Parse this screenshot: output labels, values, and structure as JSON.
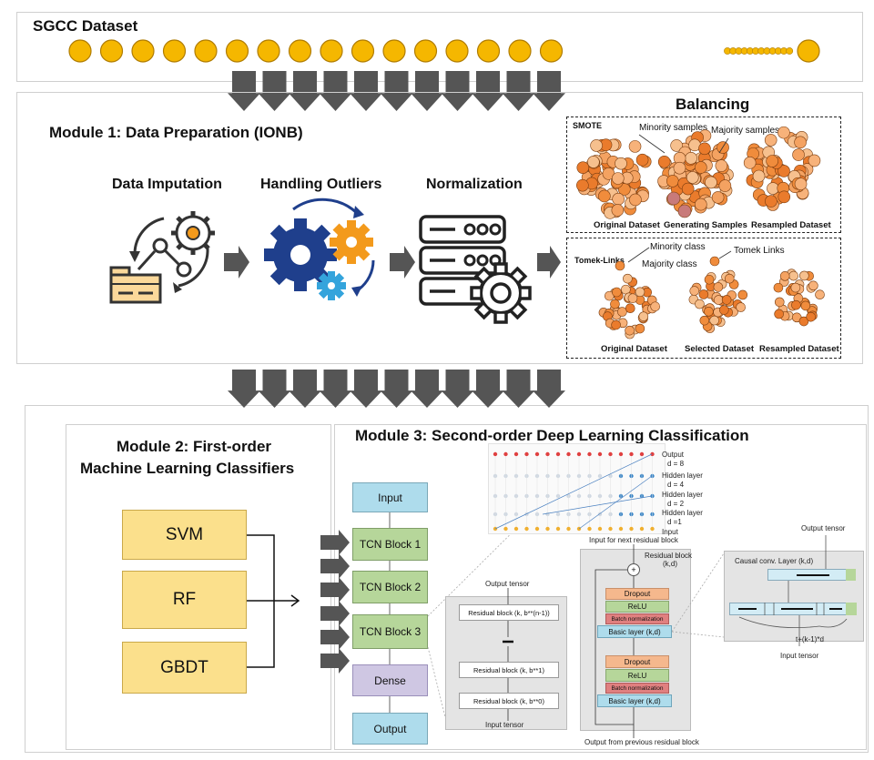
{
  "sgcc": {
    "title": "SGCC Dataset"
  },
  "module1": {
    "title": "Module 1: Data Preparation (IONB)",
    "steps": [
      "Data Imputation",
      "Handling Outliers",
      "Normalization"
    ]
  },
  "balancing": {
    "title": "Balancing",
    "smote": {
      "tag": "SMOTE",
      "minority": "Minority samples",
      "majority": "Majority samples",
      "captions": [
        "Original Dataset",
        "Generating Samples",
        "Resampled Dataset"
      ]
    },
    "tomek": {
      "tag": "Tomek-Links",
      "minority": "Minority class",
      "majority": "Majority class",
      "links": "Tomek Links",
      "captions": [
        "Original Dataset",
        "Selected Dataset",
        "Resampled Dataset"
      ]
    }
  },
  "module2": {
    "title_line1": "Module 2: First-order",
    "title_line2": "Machine Learning Classifiers",
    "classifiers": [
      "SVM",
      "RF",
      "GBDT"
    ]
  },
  "module3": {
    "title": "Module 3: Second-order Deep Learning Classification",
    "pipeline": [
      "Input",
      "TCN Block 1",
      "TCN Block 2",
      "TCN Block 3",
      "Dense",
      "Output"
    ],
    "dilation": {
      "output": "Output",
      "d8": "d = 8",
      "hidden1": "Hidden layer",
      "d4": "d = 4",
      "hidden2": "Hidden layer",
      "d2": "d = 2",
      "hidden3": "Hidden layer",
      "d1": "d =1",
      "input": "Input"
    },
    "stack": {
      "output_tensor": "Output tensor",
      "blocks": [
        "Residual block (k, b**(n-1))",
        "Residual block (k, b**1)",
        "Residual block (k, b**0)"
      ],
      "input_tensor": "Input tensor"
    },
    "residual": {
      "top": "Input for next residual block",
      "title_line1": "Residual block",
      "title_line2": "(k,d)",
      "plus": "+",
      "layers_upper": [
        "Dropout",
        "ReLU",
        "Batch normalization",
        "Basic layer (k,d)"
      ],
      "layers_lower": [
        "Dropout",
        "ReLU",
        "Batch normalization",
        "Basic layer (k,d)"
      ],
      "bottom": "Output from previous residual block"
    },
    "causal": {
      "output_tensor": "Output tensor",
      "title": "Causal conv. Layer (k,d)",
      "formula": "t+(k-1)*d",
      "input_tensor": "Input tensor"
    }
  },
  "colors": {
    "dot_fill": "#f5b700",
    "dot_stroke": "#b07c00",
    "arrow": "#555555",
    "classifier_fill": "#fbe08c",
    "input_fill": "#aedcec",
    "tcn_fill": "#b6d69a",
    "dense_fill": "#cfc7e3",
    "orange_dot": "#f08c3c"
  }
}
